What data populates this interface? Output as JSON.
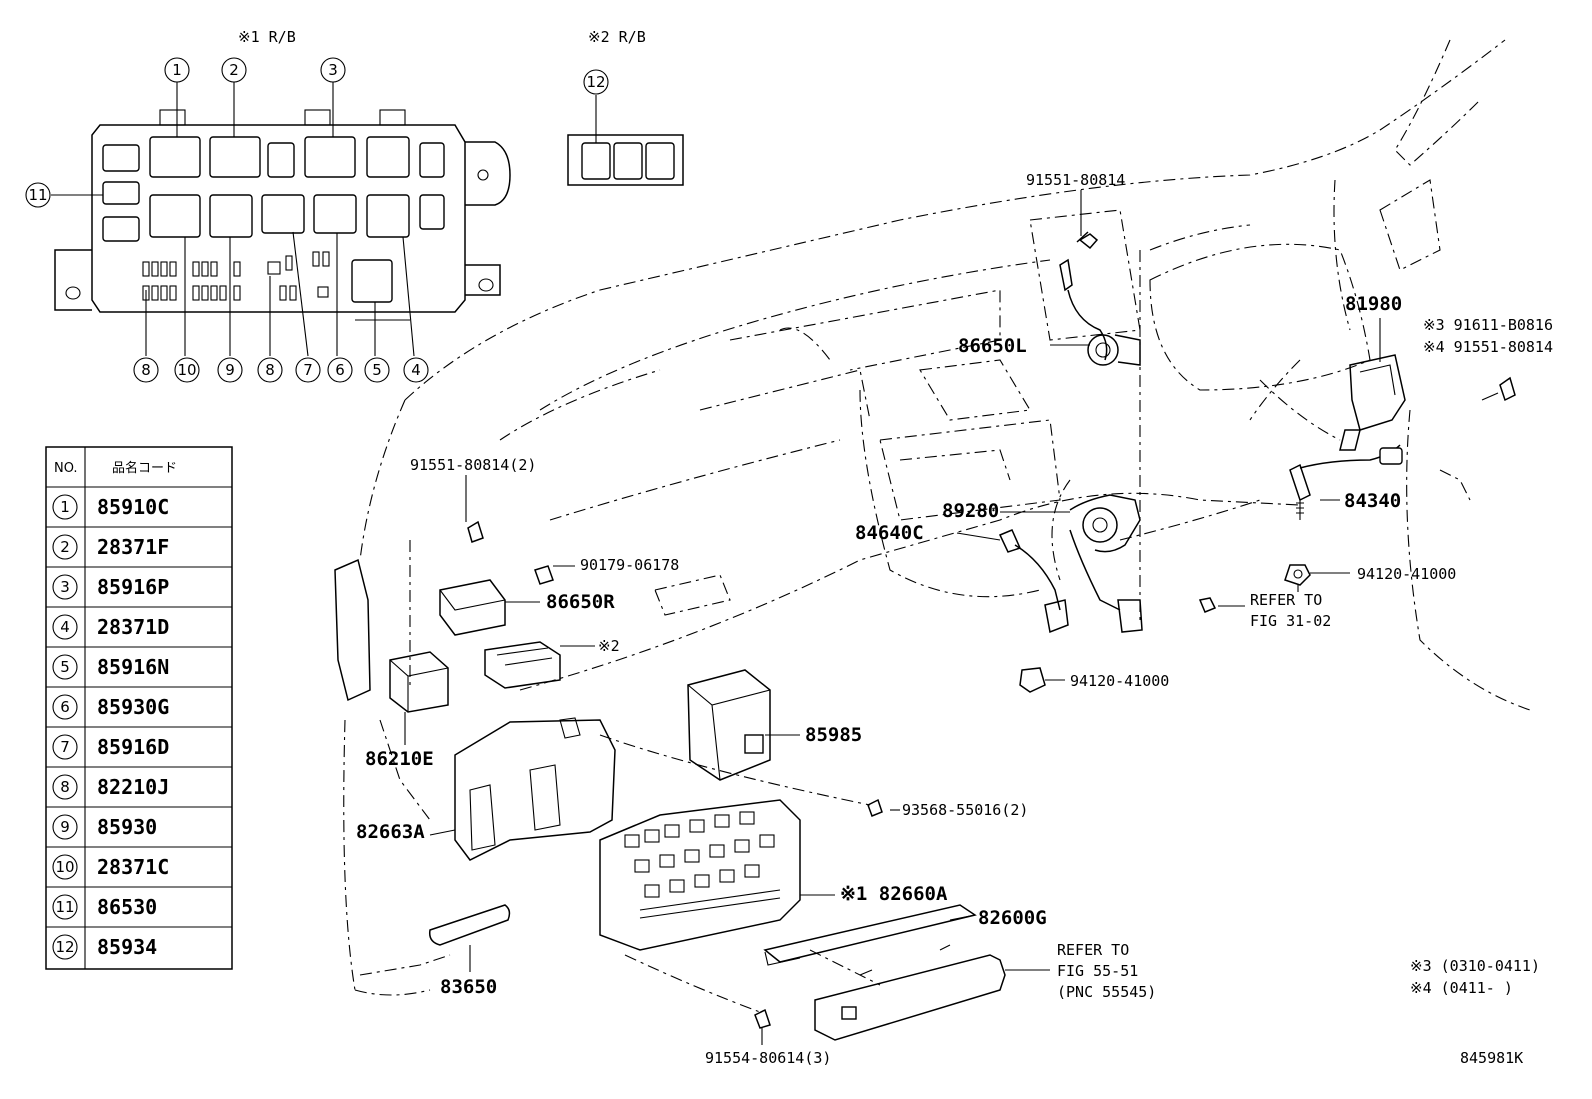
{
  "diagram": {
    "code": "845981K",
    "rb1_caption": "※1 R/B",
    "rb2_caption": "※2 R/B",
    "table": {
      "header_no": "NO.",
      "header_code": "品名コード",
      "rows": [
        {
          "no": "1",
          "code": "85910C"
        },
        {
          "no": "2",
          "code": "28371F"
        },
        {
          "no": "3",
          "code": "85916P"
        },
        {
          "no": "4",
          "code": "28371D"
        },
        {
          "no": "5",
          "code": "85916N"
        },
        {
          "no": "6",
          "code": "85930G"
        },
        {
          "no": "7",
          "code": "85916D"
        },
        {
          "no": "8",
          "code": "82210J"
        },
        {
          "no": "9",
          "code": "85930"
        },
        {
          "no": "10",
          "code": "28371C"
        },
        {
          "no": "11",
          "code": "86530"
        },
        {
          "no": "12",
          "code": "85934"
        }
      ]
    },
    "callouts_rb1": [
      "1",
      "2",
      "3",
      "11",
      "8",
      "10",
      "9",
      "8",
      "7",
      "6",
      "5",
      "4"
    ],
    "callout_rb2": "12",
    "parts": {
      "p91551_top": "91551-80814",
      "p86650L": "86650L",
      "p81980": "81980",
      "p91611": "※3 91611-B0816",
      "p91551_r": "※4 91551-80814",
      "p84340": "84340",
      "p94120_r": "94120-41000",
      "refer31_a": "REFER TO",
      "refer31_b": "FIG 31-02",
      "p94120_c": "94120-41000",
      "p89280": "89280",
      "p84640C": "84640C",
      "p91551_2": "91551-80814(2)",
      "p90179": "90179-06178",
      "p86650R": "86650R",
      "p_rb2": "※2",
      "p86210E": "86210E",
      "p85985": "85985",
      "p82663A": "82663A",
      "p93568": "93568-55016(2)",
      "p82660A": "※1 82660A",
      "p82600G": "82600G",
      "refer55_a": "REFER TO",
      "refer55_b": "FIG 55-51",
      "refer55_c": "(PNC 55545)",
      "p83650": "83650",
      "p91554": "91554-80614(3)",
      "note3": "※3 (0310-0411)",
      "note4": "※4 (0411-     )"
    }
  }
}
